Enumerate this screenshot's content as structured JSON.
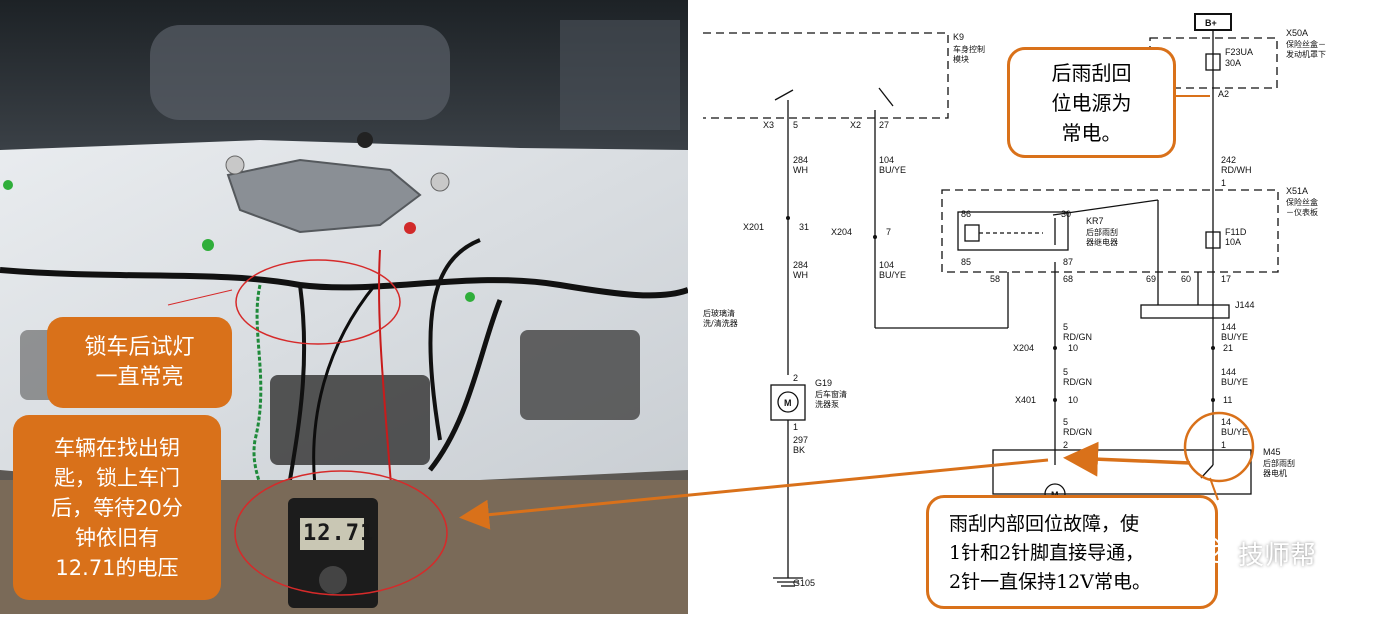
{
  "photo": {
    "callout_lock": "锁车后试灯\n一直常亮",
    "callout_key": "车辆在找出钥\n匙，锁上车门\n后，等待20分\n钟依旧有\n12.71的电压",
    "meter_reading": "12.71"
  },
  "schematic": {
    "battery": "B+",
    "module_k9": "K9",
    "module_k9_name": "车身控制\n模块",
    "fuse_block_x50a": "X50A",
    "fuse_block_x50a_name": "保险丝盒－\n发动机罩下",
    "fuse_f23ua": "F23UA",
    "fuse_f23ua_rating": "30A",
    "pin_a2": "A2",
    "conn_x3": "X3",
    "conn_x3_pin": "5",
    "conn_x2": "X2",
    "conn_x2_pin": "27",
    "wire_284_a": "284",
    "wire_284_a_color": "WH",
    "wire_104_a": "104",
    "wire_104_a_color": "BU/YE",
    "wire_242": "242",
    "wire_242_color": "RD/WH",
    "pin_1_top": "1",
    "fuse_block_x51a": "X51A",
    "fuse_block_x51a_name": "保险丝盒\n－仪表板",
    "relay_kr7": "KR7",
    "relay_kr7_name": "后部雨刮\n器继电器",
    "relay_pin_86": "86",
    "relay_pin_30": "30",
    "relay_pin_85": "85",
    "relay_pin_87": "87",
    "pin_58": "58",
    "pin_68": "68",
    "pin_69": "69",
    "pin_60": "60",
    "pin_17": "17",
    "fuse_f11d": "F11D",
    "fuse_f11d_rating": "10A",
    "conn_j144": "J144",
    "conn_x201": "X201",
    "conn_x201_pin": "31",
    "conn_x204_left": "X204",
    "conn_x204_left_pin": "7",
    "wire_284_b": "284",
    "wire_284_b_color": "WH",
    "wire_104_b": "104",
    "wire_104_b_color": "BU/YE",
    "wire_5_a": "5",
    "wire_5_a_color": "RD/GN",
    "wire_144_a": "144",
    "wire_144_a_color": "BU/YE",
    "conn_x204": "X204",
    "conn_x204_pin_a": "10",
    "conn_x204_pin_b": "21",
    "wire_5_b": "5",
    "wire_5_b_color": "RD/GN",
    "wire_144_b": "144",
    "wire_144_b_color": "BU/YE",
    "conn_x401": "X401",
    "conn_x401_pin_a": "10",
    "conn_x401_pin_b": "11",
    "wire_5_c": "5",
    "wire_5_c_color": "RD/GN",
    "wire_144_c": "14",
    "wire_144_c_color": "BU/YE",
    "motor_pin_2": "2",
    "motor_pin_1": "1",
    "motor_m45": "M45",
    "motor_m45_name": "后部雨刮\n器电机",
    "washer_label": "后玻璃清\n洗/清洗器",
    "pump_g19": "G19",
    "pump_g19_name": "后车窗清\n洗器泵",
    "pump_pin_2": "2",
    "pump_pin_1": "1",
    "wire_297": "297",
    "wire_297_color": "BK",
    "ground_g105": "G105",
    "motor_symbol": "M"
  },
  "notes": {
    "power_note": "后雨刮回\n位电源为\n常电。",
    "fault_note": "雨刮内部回位故障，使\n1针和2针脚直接导通，\n2针一直保持12V常电。"
  },
  "watermark": "技师帮",
  "colors": {
    "callout_fill": "#d9711a",
    "arrow": "#d9711a",
    "test_circle": "#d62a2a"
  }
}
